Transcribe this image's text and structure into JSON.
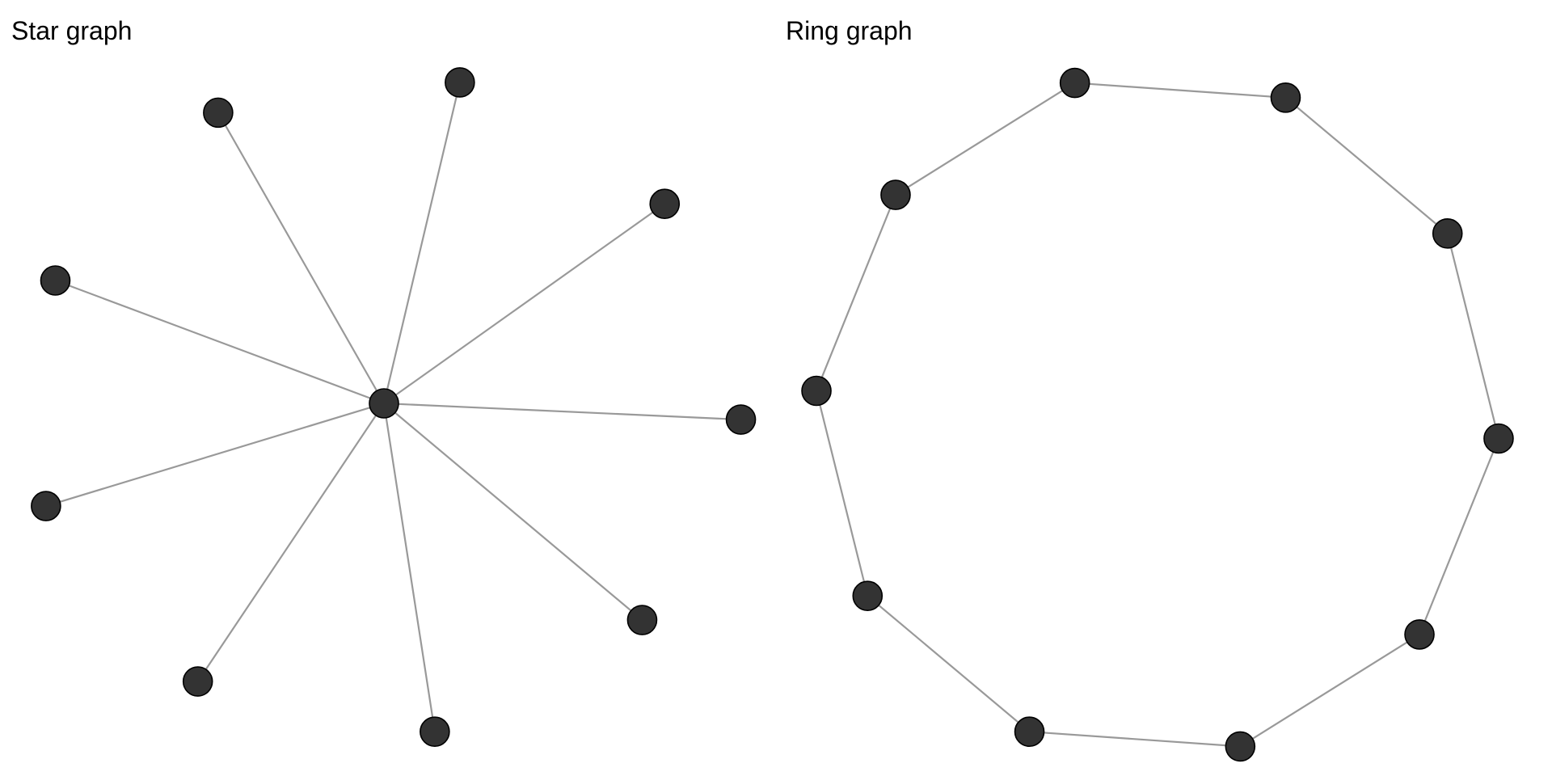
{
  "graphs": [
    {
      "id": "star",
      "title": "Star graph",
      "type": "star",
      "nodes": [
        "c",
        "s1",
        "s2",
        "s3",
        "s4",
        "s5",
        "s6",
        "s7",
        "s8",
        "s9"
      ],
      "hub": "c",
      "edges": [
        [
          "c",
          "s1"
        ],
        [
          "c",
          "s2"
        ],
        [
          "c",
          "s3"
        ],
        [
          "c",
          "s4"
        ],
        [
          "c",
          "s5"
        ],
        [
          "c",
          "s6"
        ],
        [
          "c",
          "s7"
        ],
        [
          "c",
          "s8"
        ],
        [
          "c",
          "s9"
        ]
      ]
    },
    {
      "id": "ring",
      "title": "Ring graph",
      "type": "ring",
      "nodes": [
        "r0",
        "r1",
        "r2",
        "r3",
        "r4",
        "r5",
        "r6",
        "r7",
        "r8",
        "r9"
      ],
      "edges": [
        [
          "r0",
          "r1"
        ],
        [
          "r1",
          "r2"
        ],
        [
          "r2",
          "r3"
        ],
        [
          "r3",
          "r4"
        ],
        [
          "r4",
          "r5"
        ],
        [
          "r5",
          "r6"
        ],
        [
          "r6",
          "r7"
        ],
        [
          "r7",
          "r8"
        ],
        [
          "r8",
          "r9"
        ],
        [
          "r9",
          "r0"
        ]
      ]
    }
  ],
  "colors": {
    "node_fill": "#333333",
    "node_stroke": "#000000",
    "edge": "#999999",
    "background": "#ffffff"
  }
}
